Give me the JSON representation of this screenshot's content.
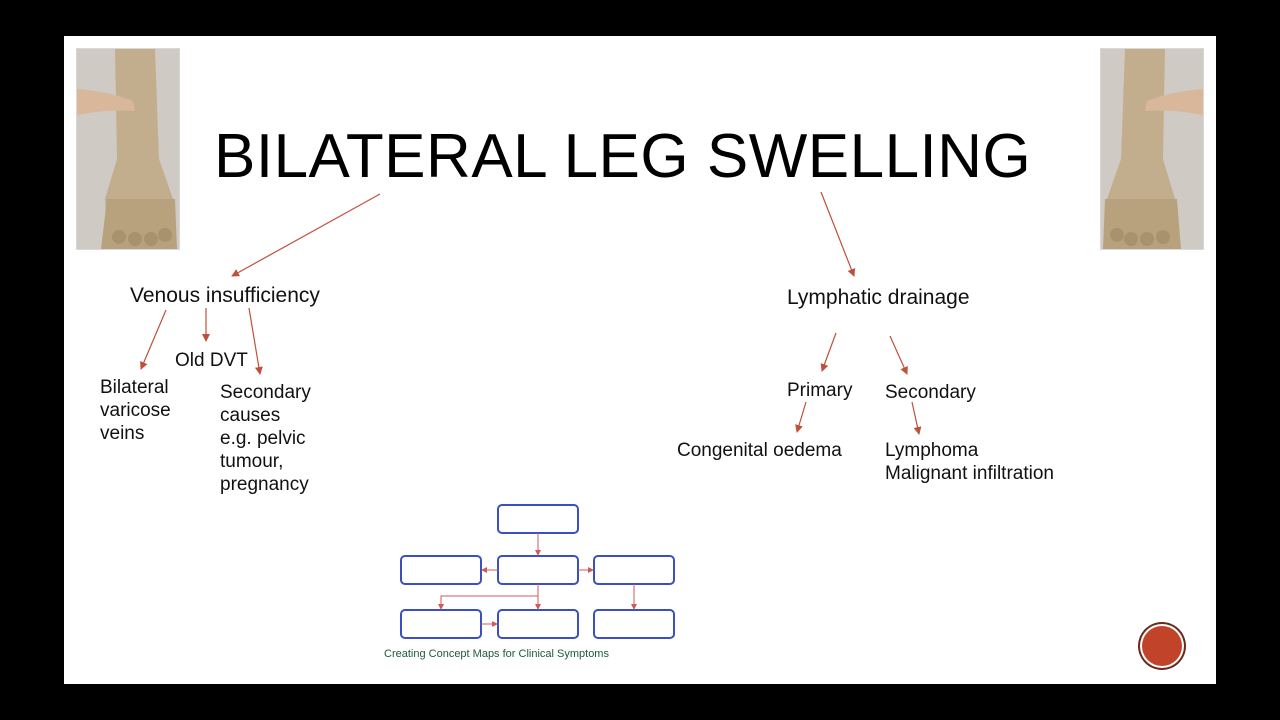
{
  "slide": {
    "title": "BILATERAL LEG SWELLING",
    "left_branch": {
      "label": "Venous insufficiency",
      "children": [
        "Bilateral\nvaricose\nveins",
        "Old DVT",
        "Secondary\ncauses\ne.g. pelvic\ntumour,\npregnancy"
      ]
    },
    "right_branch": {
      "label": "Lymphatic drainage",
      "children": [
        {
          "label": "Primary",
          "detail": "Congenital oedema"
        },
        {
          "label": "Secondary",
          "detail": "Lymphoma\nMalignant infiltration"
        }
      ]
    },
    "concept_map_caption": "Creating Concept Maps for Clinical Symptoms"
  },
  "colors": {
    "arrow": "#c0503a",
    "box_border": "#3a4fc4",
    "map_arrow": "#d05a5a",
    "background": "#000000",
    "slide": "#ffffff"
  },
  "icons": {
    "photos": [
      "swollen-leg-photo-left",
      "swollen-leg-photo-right"
    ],
    "button": "record-button-icon"
  }
}
